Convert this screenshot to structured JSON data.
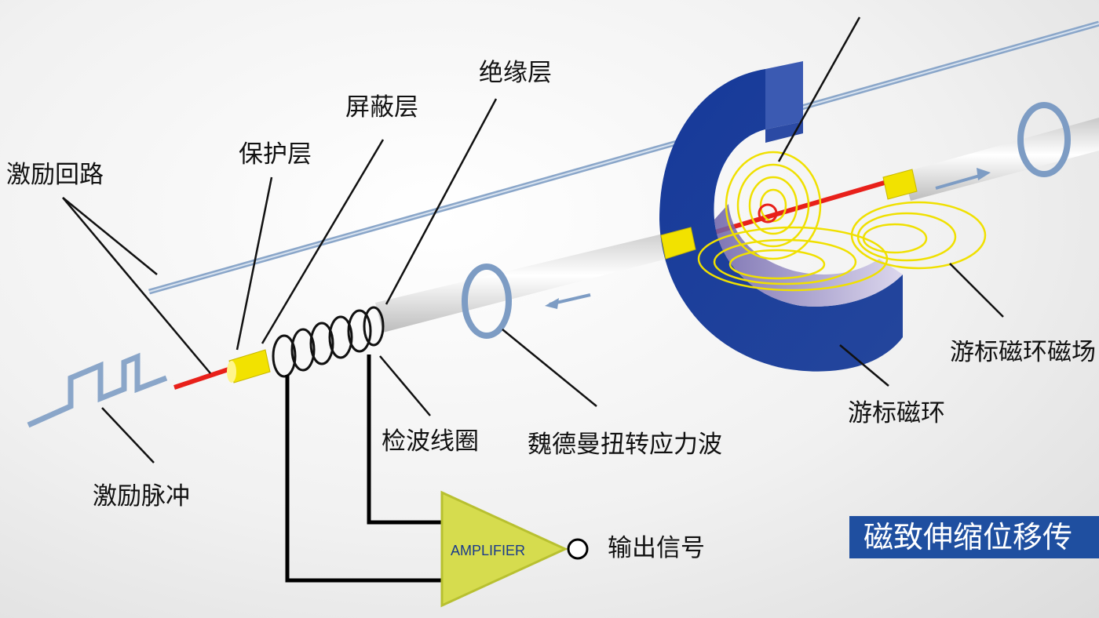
{
  "labels": {
    "excitation_circuit": "激励回路",
    "protective_layer": "保护层",
    "shielding_layer": "屏蔽层",
    "insulating_layer": "绝缘层",
    "excitation_pulse": "激励脉冲",
    "detection_coil": "检波线圈",
    "wiedemann_wave": "魏德曼扭转应力波",
    "output_signal": "输出信号",
    "amplifier": "AMPLIFIER",
    "vernier_magnet": "游标磁环",
    "vernier_field": "游标磁环磁场"
  },
  "banner": {
    "text": "磁致伸缩位移传"
  },
  "colors": {
    "magnet_blue": "#1e44a0",
    "tube_gray": "#e6e6e6",
    "wire_red": "#e8201a",
    "coil_yellow": "#f0e000",
    "amplifier_fill": "#d6dc4e",
    "banner_blue": "#1f4fa0",
    "wave_arrow_blue": "#7d9cc4"
  }
}
